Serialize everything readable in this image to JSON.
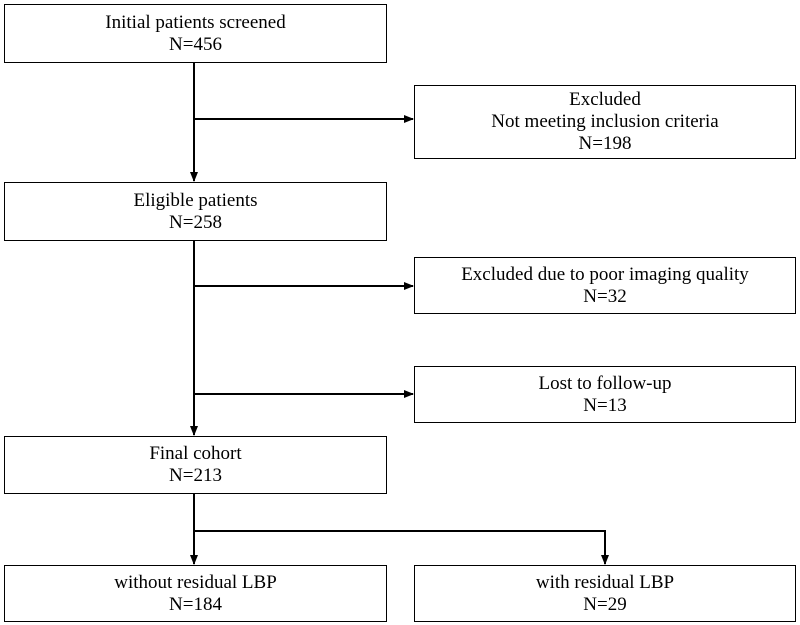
{
  "flowchart": {
    "screened": {
      "title": "Initial patients screened",
      "count": "N=456"
    },
    "excluded_criteria": {
      "title": "Excluded",
      "subtitle": "Not meeting inclusion criteria",
      "count": "N=198"
    },
    "eligible": {
      "title": "Eligible patients",
      "count": "N=258"
    },
    "excluded_imaging": {
      "title": "Excluded due to poor imaging quality",
      "count": "N=32"
    },
    "lost_followup": {
      "title": "Lost to follow-up",
      "count": "N=13"
    },
    "final_cohort": {
      "title": "Final cohort",
      "count": "N=213"
    },
    "without_lbp": {
      "title": "without residual LBP",
      "count": "N=184"
    },
    "with_lbp": {
      "title": "with residual LBP",
      "count": "N=29"
    }
  },
  "colors": {
    "line": "#000000",
    "box_border": "#000000",
    "background": "#ffffff"
  }
}
